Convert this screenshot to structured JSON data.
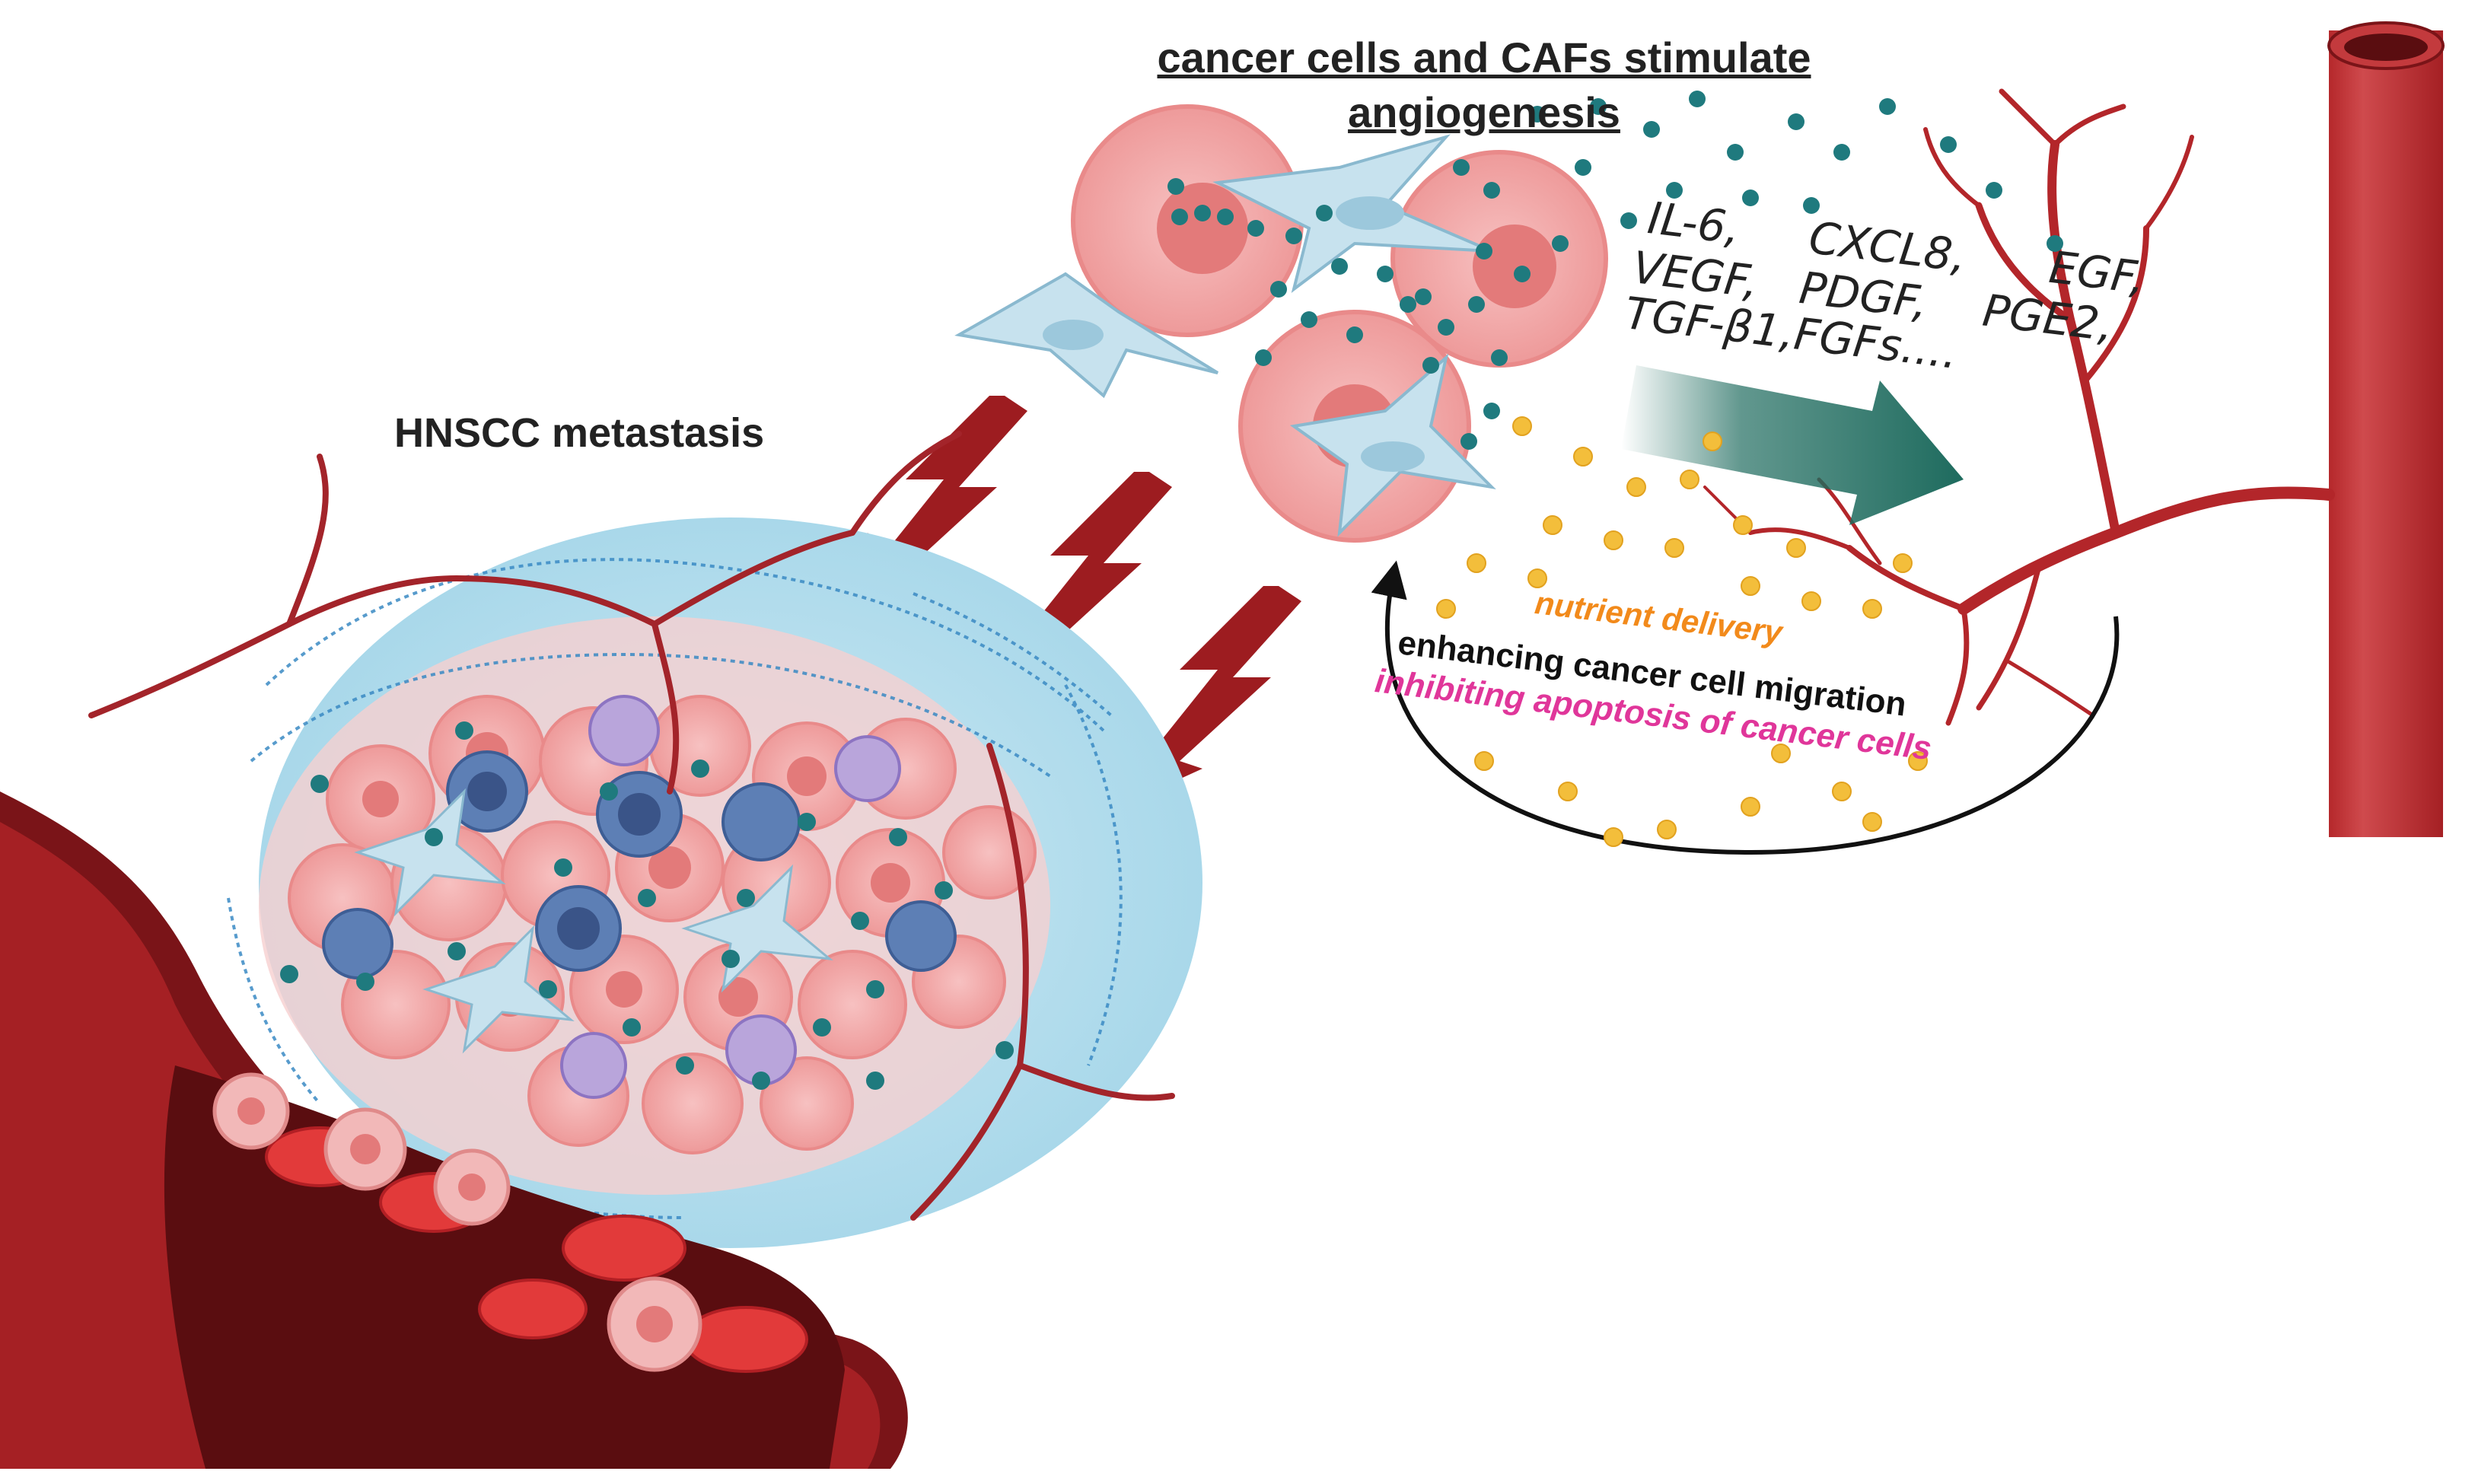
{
  "title": {
    "line1": "cancer cells and CAFs stimulate",
    "line2": "angiogenesis"
  },
  "metastasis_label": "HNSCC metastasis",
  "factors": {
    "row1": [
      "IL-6,",
      "CXCL8,",
      "EGF,"
    ],
    "row2": [
      "VEGF,",
      "PDGF,",
      "PGE2,"
    ],
    "row3": "TGF-β1,FGFs...."
  },
  "effects": {
    "nutrient": "nutrient delivery",
    "migration": "enhancing cancer cell migration",
    "apoptosis": "inhibiting apoptosis of cancer cells"
  },
  "colors": {
    "vessel_red": "#b3262a",
    "vessel_dark": "#7a1418",
    "cytokine_teal": "#1f7a7e",
    "nutrient_yellow": "#f3be3b",
    "cancer_cell_pink": "#f2a6a6",
    "caf_blue": "#bcdbe8",
    "arrow_green": "#1e6b5e",
    "tumor_halo": "#bfe3f0"
  }
}
